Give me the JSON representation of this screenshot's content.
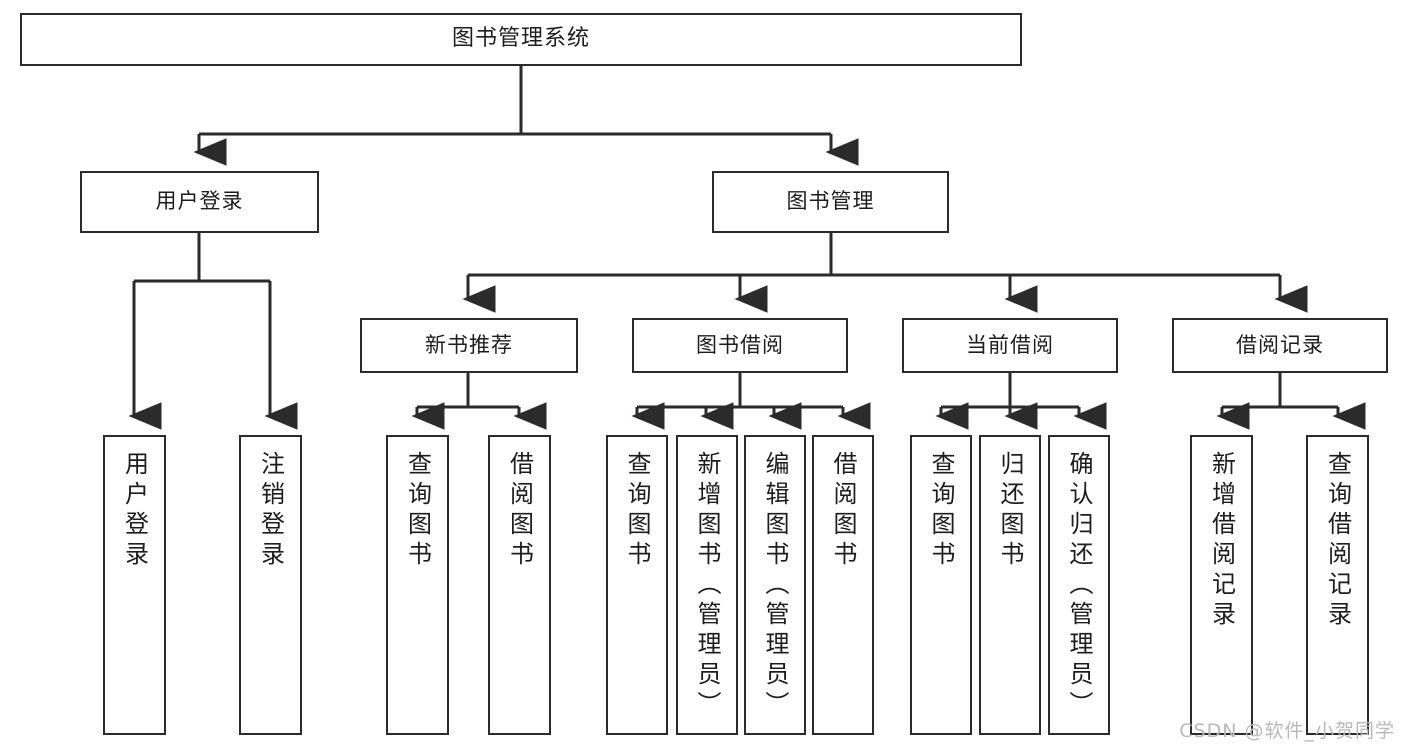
{
  "diagram": {
    "title": "图书管理系统",
    "type": "tree-hierarchy",
    "watermark": "CSDN @软件_小贺同学",
    "colors": {
      "background": "#ffffff",
      "box_border": "#2b2b2b",
      "box_fill": "#ffffff",
      "text": "#1d1d1d",
      "connector": "#2b2b2b",
      "watermark": "#b9b9b9"
    },
    "root": {
      "label": "图书管理系统"
    },
    "level1": [
      {
        "label": "用户登录"
      },
      {
        "label": "图书管理"
      }
    ],
    "level2": [
      {
        "label": "新书推荐"
      },
      {
        "label": "图书借阅"
      },
      {
        "label": "当前借阅"
      },
      {
        "label": "借阅记录"
      }
    ],
    "leaves": {
      "user_login": [
        {
          "label": "用户登录"
        },
        {
          "label": "注销登录"
        }
      ],
      "new_book_recommend": [
        {
          "label": "查询图书"
        },
        {
          "label": "借阅图书"
        }
      ],
      "book_borrow": [
        {
          "label": "查询图书"
        },
        {
          "label": "新增图书（管理员）"
        },
        {
          "label": "编辑图书（管理员）"
        },
        {
          "label": "借阅图书"
        }
      ],
      "current_borrow": [
        {
          "label": "查询图书"
        },
        {
          "label": "归还图书"
        },
        {
          "label": "确认归还（管理员）"
        }
      ],
      "borrow_record": [
        {
          "label": "新增借阅记录"
        },
        {
          "label": "查询借阅记录"
        }
      ]
    }
  }
}
